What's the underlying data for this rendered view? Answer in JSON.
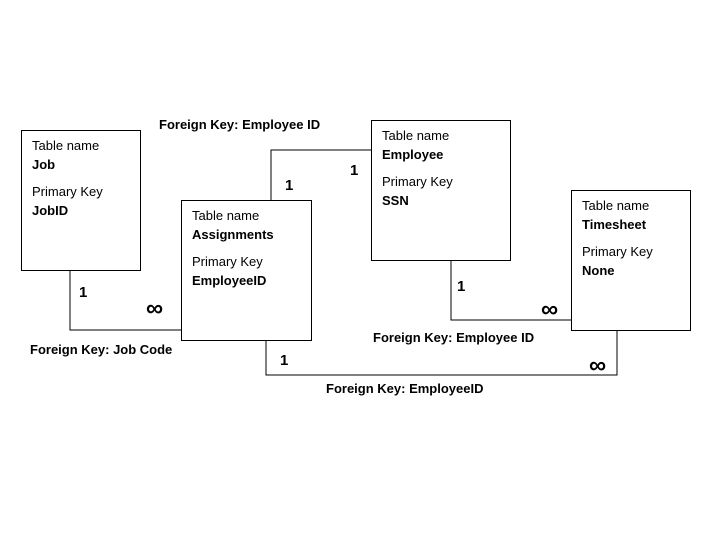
{
  "tables": [
    {
      "id": "job",
      "name_label": "Table name",
      "name": "Job",
      "key_label": "Primary Key",
      "key": "JobID"
    },
    {
      "id": "assignments",
      "name_label": "Table name",
      "name": "Assignments",
      "key_label": "Primary Key",
      "key": "EmployeeID"
    },
    {
      "id": "employee",
      "name_label": "Table name",
      "name": "Employee",
      "key_label": "Primary Key",
      "key": "SSN"
    },
    {
      "id": "timesheet",
      "name_label": "Table name",
      "name": "Timesheet",
      "key_label": "Primary Key",
      "key": "None"
    }
  ],
  "relationships": [
    {
      "id": "job-assignments",
      "label": "Foreign Key: Job Code",
      "from_cardinality": "1",
      "to_cardinality": "∞"
    },
    {
      "id": "assignments-employee",
      "label": "Foreign Key: Employee ID",
      "from_cardinality": "1",
      "to_cardinality": "1"
    },
    {
      "id": "employee-timesheet",
      "label": "Foreign Key: Employee ID",
      "from_cardinality": "1",
      "to_cardinality": "∞"
    },
    {
      "id": "assignments-timesheet",
      "label": "Foreign Key: EmployeeID",
      "from_cardinality": "1",
      "to_cardinality": "∞"
    }
  ]
}
